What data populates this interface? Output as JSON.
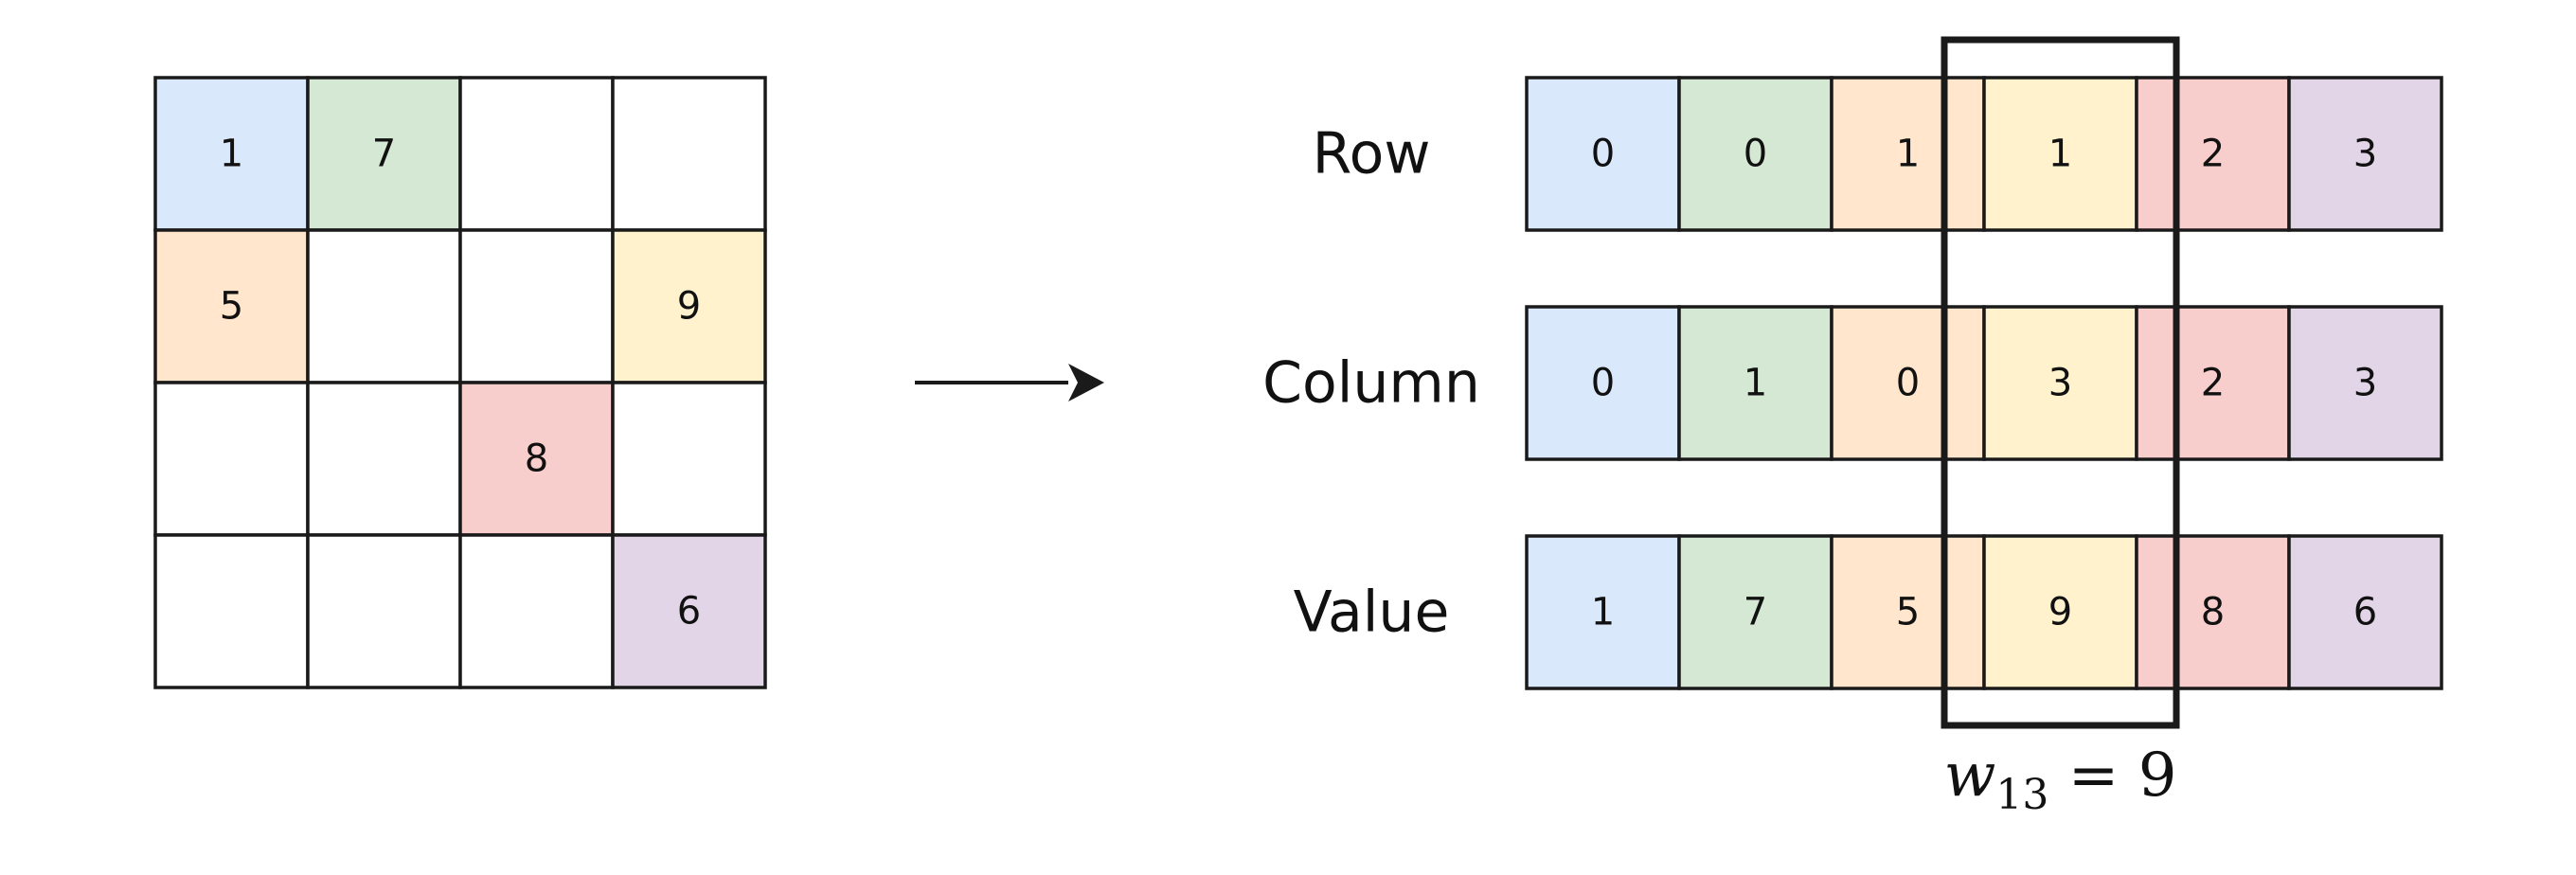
{
  "colors": {
    "blue": "#dae8fc",
    "green": "#d5e8d4",
    "orange": "#ffe6cc",
    "yellow": "#fff2cc",
    "red": "#f8cecc",
    "purple": "#e1d5e7",
    "empty": "#ffffff",
    "stroke": "#1a1a1a"
  },
  "matrix": [
    [
      {
        "v": "1",
        "c": "blue"
      },
      {
        "v": "7",
        "c": "green"
      },
      {
        "v": "",
        "c": "empty"
      },
      {
        "v": "",
        "c": "empty"
      }
    ],
    [
      {
        "v": "5",
        "c": "orange"
      },
      {
        "v": "",
        "c": "empty"
      },
      {
        "v": "",
        "c": "empty"
      },
      {
        "v": "9",
        "c": "yellow"
      }
    ],
    [
      {
        "v": "",
        "c": "empty"
      },
      {
        "v": "",
        "c": "empty"
      },
      {
        "v": "8",
        "c": "red"
      },
      {
        "v": "",
        "c": "empty"
      }
    ],
    [
      {
        "v": "",
        "c": "empty"
      },
      {
        "v": "",
        "c": "empty"
      },
      {
        "v": "",
        "c": "empty"
      },
      {
        "v": "6",
        "c": "purple"
      }
    ]
  ],
  "arrays": [
    {
      "label": "Row",
      "values": [
        "0",
        "0",
        "1",
        "1",
        "2",
        "3"
      ]
    },
    {
      "label": "Column",
      "values": [
        "0",
        "1",
        "0",
        "3",
        "2",
        "3"
      ]
    },
    {
      "label": "Value",
      "values": [
        "1",
        "7",
        "5",
        "9",
        "8",
        "6"
      ]
    }
  ],
  "array_colors": [
    "blue",
    "green",
    "orange",
    "yellow",
    "red",
    "purple"
  ],
  "highlight_index": 3,
  "equation": {
    "var": "w",
    "sub": "13",
    "rest": " = 9"
  }
}
